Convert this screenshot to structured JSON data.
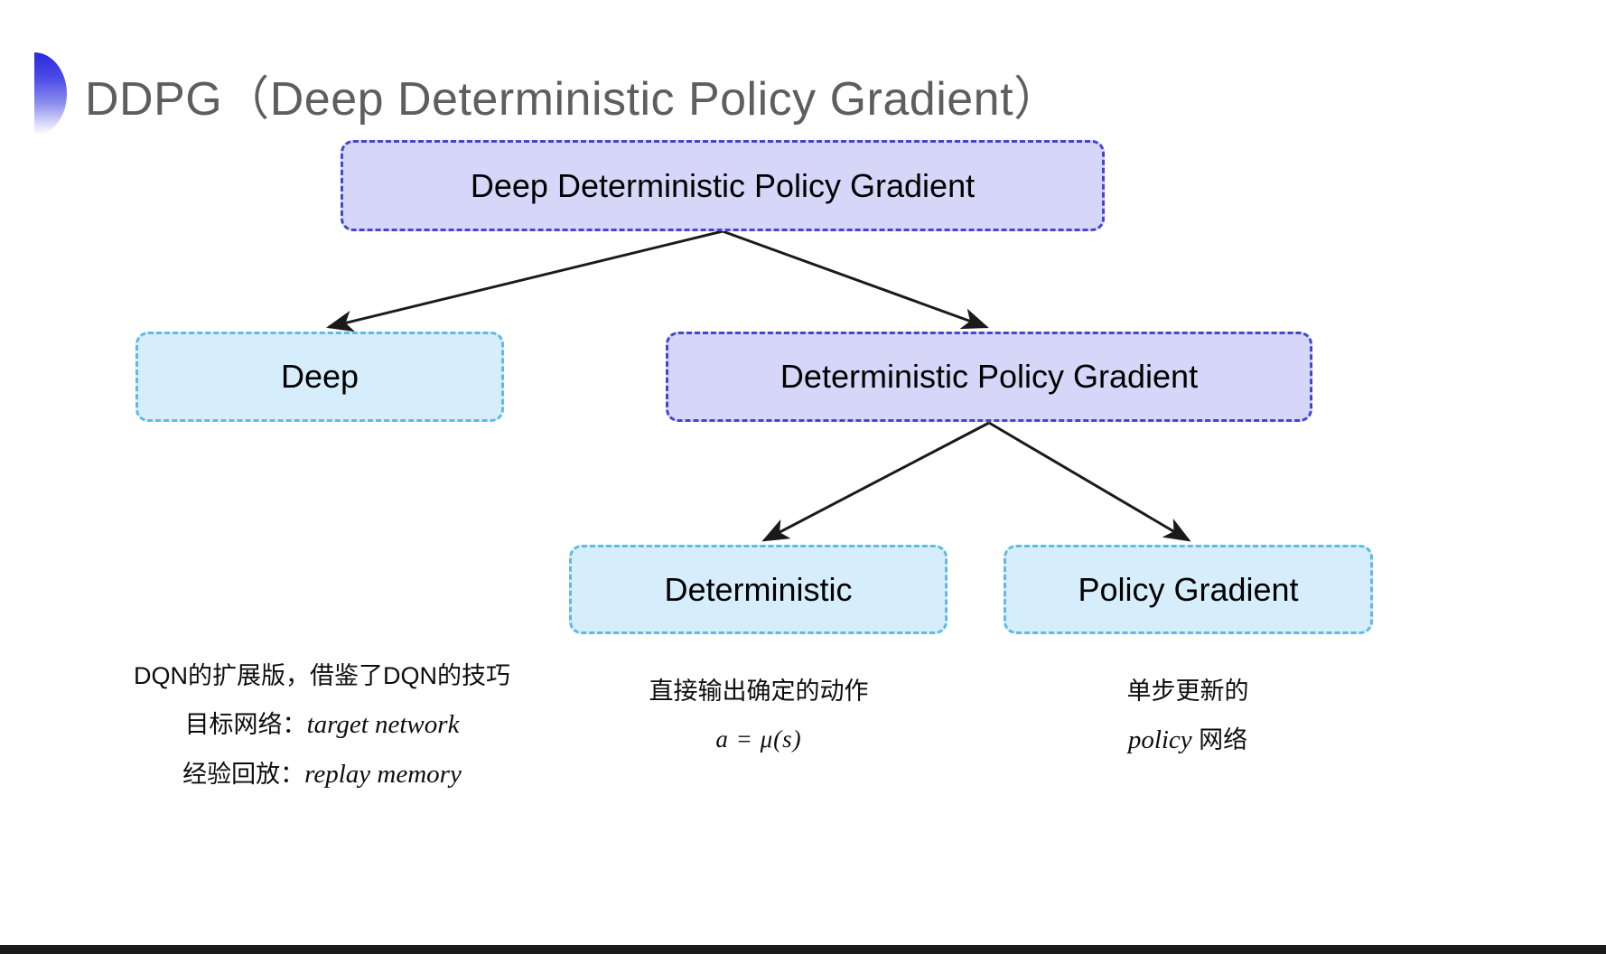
{
  "slide": {
    "title": "DDPG（Deep Deterministic Policy Gradient）",
    "background_color": "#ffffff"
  },
  "theme": {
    "title_color": "#5e5e5e",
    "bullet_gradient_start": "#2a2ae0",
    "bullet_gradient_end": "#ffffff",
    "purple_fill": "#d6d6f9",
    "purple_border": "#4646cd",
    "cyan_fill": "#d6eefb",
    "cyan_border": "#63b9e4",
    "arrow_color": "#1a1a1a",
    "text_color": "#0d0d0d"
  },
  "diagram": {
    "type": "tree",
    "nodes": [
      {
        "id": "root",
        "label": "Deep Deterministic Policy Gradient",
        "style": "purple",
        "level": 0
      },
      {
        "id": "deep",
        "label": "Deep",
        "style": "cyan",
        "level": 1
      },
      {
        "id": "dpg",
        "label": "Deterministic Policy Gradient",
        "style": "purple",
        "level": 1
      },
      {
        "id": "det",
        "label": "Deterministic",
        "style": "cyan",
        "level": 2
      },
      {
        "id": "pg",
        "label": "Policy Gradient",
        "style": "cyan",
        "level": 2
      }
    ],
    "edges": [
      {
        "from": "root",
        "to": "deep"
      },
      {
        "from": "root",
        "to": "dpg"
      },
      {
        "from": "dpg",
        "to": "det"
      },
      {
        "from": "dpg",
        "to": "pg"
      }
    ]
  },
  "notes": {
    "deep": {
      "line1": "DQN的扩展版，借鉴了DQN的技巧",
      "line2_label": "目标网络：",
      "line2_term": "target network",
      "line3_label": "经验回放：",
      "line3_term": "replay memory"
    },
    "deterministic": {
      "line1": "直接输出确定的动作",
      "formula": "a = μ(s)"
    },
    "policy_gradient": {
      "line1": "单步更新的",
      "line2_term": "policy",
      "line2_suffix": " 网络"
    }
  }
}
